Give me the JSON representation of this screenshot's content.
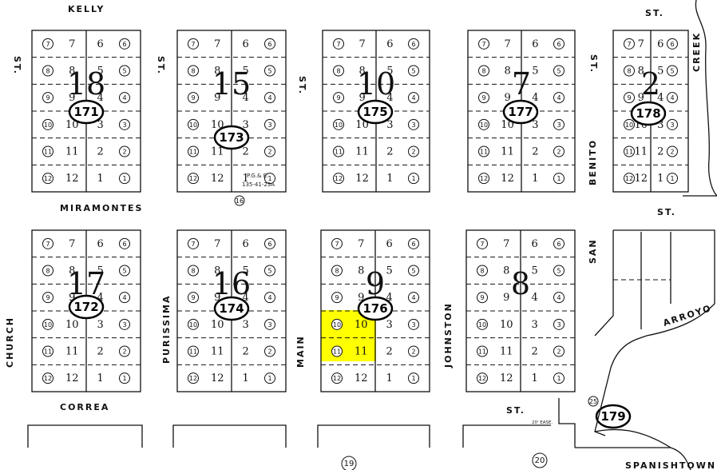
{
  "streets": {
    "kelly": "KELLY",
    "kelly_st": "ST.",
    "miramontes": "MIRAMONTES",
    "miramontes_st": "ST.",
    "correa": "CORREA",
    "correa_st": "ST.",
    "st_church_top": "ST.",
    "church": "CHURCH",
    "st_purissima": "ST.",
    "purissima": "PURISSIMA",
    "st_main": "ST.",
    "main": "MAIN",
    "johnston": "JOHNSTON",
    "st_san_benito": "ST.",
    "benito": "BENITO",
    "san": "SAN",
    "creek": "CREEK",
    "arroyo": "ARROYO",
    "spanishtown": "SPANISHTOWN RSL"
  },
  "blocks": [
    {
      "block": "18",
      "parcel": "171"
    },
    {
      "block": "15",
      "parcel": "173"
    },
    {
      "block": "10",
      "parcel": "175"
    },
    {
      "block": "7",
      "parcel": "177"
    },
    {
      "block": "2",
      "parcel": "178"
    },
    {
      "block": "17",
      "parcel": "172"
    },
    {
      "block": "16",
      "parcel": "174"
    },
    {
      "block": "9",
      "parcel": "176"
    },
    {
      "block": "8",
      "parcel": ""
    },
    {
      "block": "",
      "parcel": "179"
    }
  ],
  "lot_numbers": [
    "7",
    "6",
    "8",
    "5",
    "9",
    "4",
    "10",
    "3",
    "11",
    "2",
    "12",
    "1"
  ],
  "annotations": {
    "pge": "P.G.& E.",
    "pge_ref": "135-41-23A",
    "ease": "20' EASE."
  },
  "map_numbers": [
    "16",
    "19",
    "20",
    "25"
  ],
  "highlight_color": "#ffff00",
  "highlighted_lots": [
    "10",
    "11"
  ]
}
